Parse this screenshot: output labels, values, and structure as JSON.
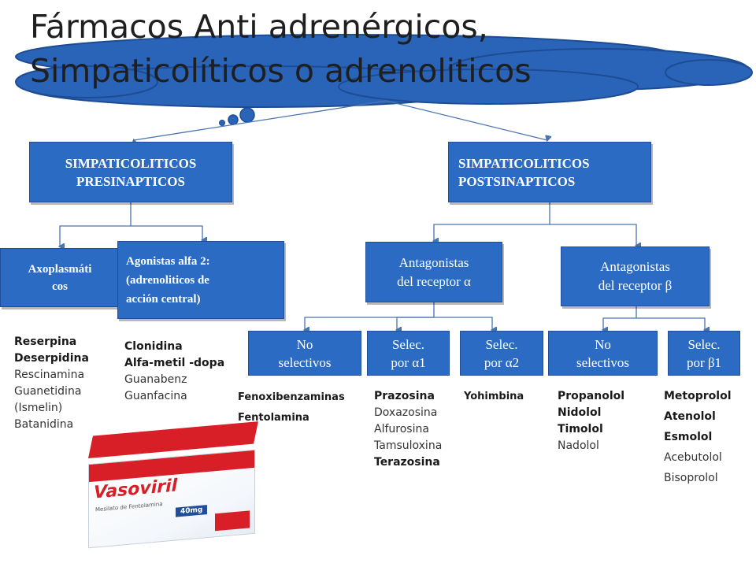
{
  "title": {
    "line1": "Fármacos Anti adrenérgicos,",
    "line2": "Simpaticolíticos o adrenoliticos"
  },
  "boxes": {
    "presinapticos": {
      "line1": "SIMPATICOLITICOS",
      "line2": "PRESINAPTICOS"
    },
    "postsinapticos": {
      "line1": "SIMPATICOLITICOS",
      "line2": "POSTSINAPTICOS"
    },
    "axoplasmaticos": {
      "line1": "Axoplasmáti",
      "line2": "cos"
    },
    "agonistas_alfa2": {
      "line1": "Agonistas alfa 2:",
      "line2": "(adrenoliticos de",
      "line3": "acción central)"
    },
    "antagonistas_alfa": {
      "line1": "Antagonistas",
      "line2": "del receptor α"
    },
    "antagonistas_beta": {
      "line1": "Antagonistas",
      "line2": "del receptor β"
    },
    "no_selectivos_alfa": {
      "line1": "No",
      "line2": "selectivos"
    },
    "selec_alfa1": {
      "line1": "Selec.",
      "line2": "por α1"
    },
    "selec_alfa2": {
      "line1": "Selec.",
      "line2": "por α2"
    },
    "no_selectivos_beta": {
      "line1": "No",
      "line2": "selectivos"
    },
    "selec_beta1": {
      "line1": "Selec.",
      "line2": "por β1"
    }
  },
  "lists": {
    "axoplasmaticos": [
      {
        "text": "Reserpina",
        "bold": true
      },
      {
        "text": "Deserpidina",
        "bold": true
      },
      {
        "text": "Rescinamina",
        "bold": false
      },
      {
        "text": "Guanetidina",
        "bold": false
      },
      {
        "text": "(Ismelin)",
        "bold": false
      },
      {
        "text": "Batanidina",
        "bold": false
      }
    ],
    "agonistas_alfa2": [
      {
        "text": "Clonidina",
        "bold": true
      },
      {
        "text": "Alfa-metil -dopa",
        "bold": true
      },
      {
        "text": "Guanabenz",
        "bold": false
      },
      {
        "text": "Guanfacina",
        "bold": false
      }
    ],
    "no_selectivos_alfa": [
      {
        "text": "Fenoxibenzaminas",
        "bold": true
      },
      {
        "text": "Fentolamina",
        "bold": true
      }
    ],
    "selec_alfa1": [
      {
        "text": "Prazosina",
        "bold": true
      },
      {
        "text": "Doxazosina",
        "bold": false
      },
      {
        "text": "Alfurosina",
        "bold": false
      },
      {
        "text": "Tamsuloxina",
        "bold": false
      },
      {
        "text": "Terazosina",
        "bold": true
      }
    ],
    "selec_alfa2": [
      {
        "text": "Yohimbina",
        "bold": true
      }
    ],
    "no_selectivos_beta": [
      {
        "text": "Propanolol",
        "bold": true
      },
      {
        "text": "Nidolol",
        "bold": true
      },
      {
        "text": "Timolol",
        "bold": true
      },
      {
        "text": "Nadolol",
        "bold": false
      }
    ],
    "selec_beta1": [
      {
        "text": "Metoprolol",
        "bold": true
      },
      {
        "text": "Atenolol",
        "bold": true
      },
      {
        "text": "Esmolol",
        "bold": true
      },
      {
        "text": "Acebutolol",
        "bold": false
      },
      {
        "text": "Bisoprolol",
        "bold": false
      }
    ]
  },
  "product": {
    "brand": "Vasoviril",
    "subtitle": "Mesilato de Fentolamina",
    "dose": "40mg"
  },
  "colors": {
    "box_fill": "#2b6bc4",
    "cloud_fill": "#2a64b8",
    "connector": "#4a74b0",
    "brand_red": "#d81f27"
  }
}
